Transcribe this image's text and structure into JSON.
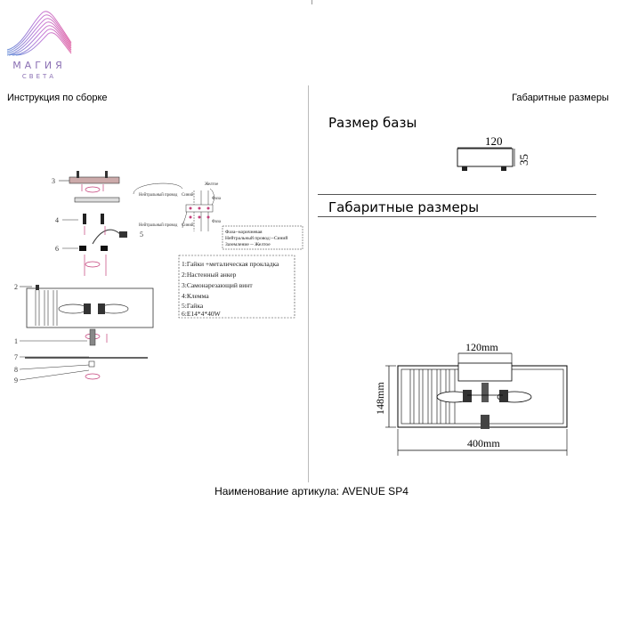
{
  "brand": {
    "name": "МАГИЯ",
    "sub": "СВЕТА"
  },
  "left_header": "Инструкция по сборке",
  "right_header": "Габаритные размеры",
  "base_section": {
    "title": "Размер базы",
    "width_label": "120",
    "height_label": "35"
  },
  "dimensions_section": {
    "title": "Габаритные размеры",
    "top_label": "120mm",
    "height_label": "148mm",
    "width_label": "400mm"
  },
  "assembly": {
    "callouts": [
      "3",
      "4",
      "6",
      "5",
      "2",
      "1",
      "7",
      "8",
      "9"
    ],
    "wiring": {
      "neutral_top": "Нейтральный провод",
      "neutral_top_color": "Синий",
      "phase_top": "Фаза",
      "neutral_bottom": "Нейтральный провод",
      "neutral_bottom_color": "Синий",
      "phase_bottom": "Фаза",
      "ground_label": "Желтое",
      "legend": [
        "Фаза--коричневая",
        "Нейтральный провод:--Синий",
        "Заземление -- Желтое"
      ]
    },
    "parts_legend": [
      "1:Гайки +металическая прокладка",
      "2:Настенный анкер",
      "3:Самонарезающий винт",
      "4:Клемма",
      "5:Гайка",
      "6:E14*4*40W"
    ]
  },
  "footer": "Наименование артикула: AVENUE SP4"
}
